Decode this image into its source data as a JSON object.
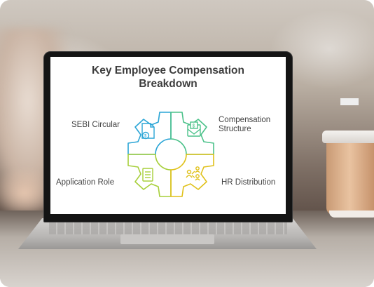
{
  "slide": {
    "title_line1": "Key Employee Compensation",
    "title_line2": "Breakdown",
    "labels": {
      "top_left": "SEBI Circular",
      "top_right_line1": "Compensation",
      "top_right_line2": "Structure",
      "bottom_left": "Application Role",
      "bottom_right": "HR Distribution"
    },
    "icons": {
      "top_left": "document-coin-icon",
      "top_right": "money-envelope-icon",
      "bottom_left": "form-document-icon",
      "bottom_right": "people-distribution-icon"
    },
    "colors": {
      "teal": "#2aa5d6",
      "green": "#4cc28a",
      "lime": "#a7cf3a",
      "yellow": "#e0c11a",
      "title": "#3d3d3d"
    }
  }
}
